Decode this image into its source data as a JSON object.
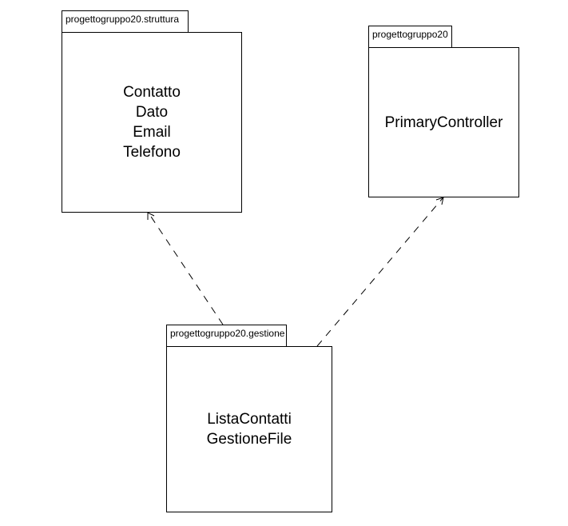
{
  "packages": {
    "struttura": {
      "name": "progettogruppo20.struttura",
      "classes": [
        "Contatto",
        "Dato",
        "Email",
        "Telefono"
      ]
    },
    "root": {
      "name": "progettogruppo20",
      "classes": [
        "PrimaryController"
      ]
    },
    "gestione": {
      "name": "progettogruppo20.gestione",
      "classes": [
        "ListaContatti",
        "GestioneFile"
      ]
    }
  },
  "dependencies": [
    {
      "from": "progettogruppo20.gestione",
      "to": "progettogruppo20.struttura",
      "style": "dashed-open-arrow"
    },
    {
      "from": "progettogruppo20.gestione",
      "to": "progettogruppo20",
      "style": "dashed-open-arrow"
    }
  ]
}
